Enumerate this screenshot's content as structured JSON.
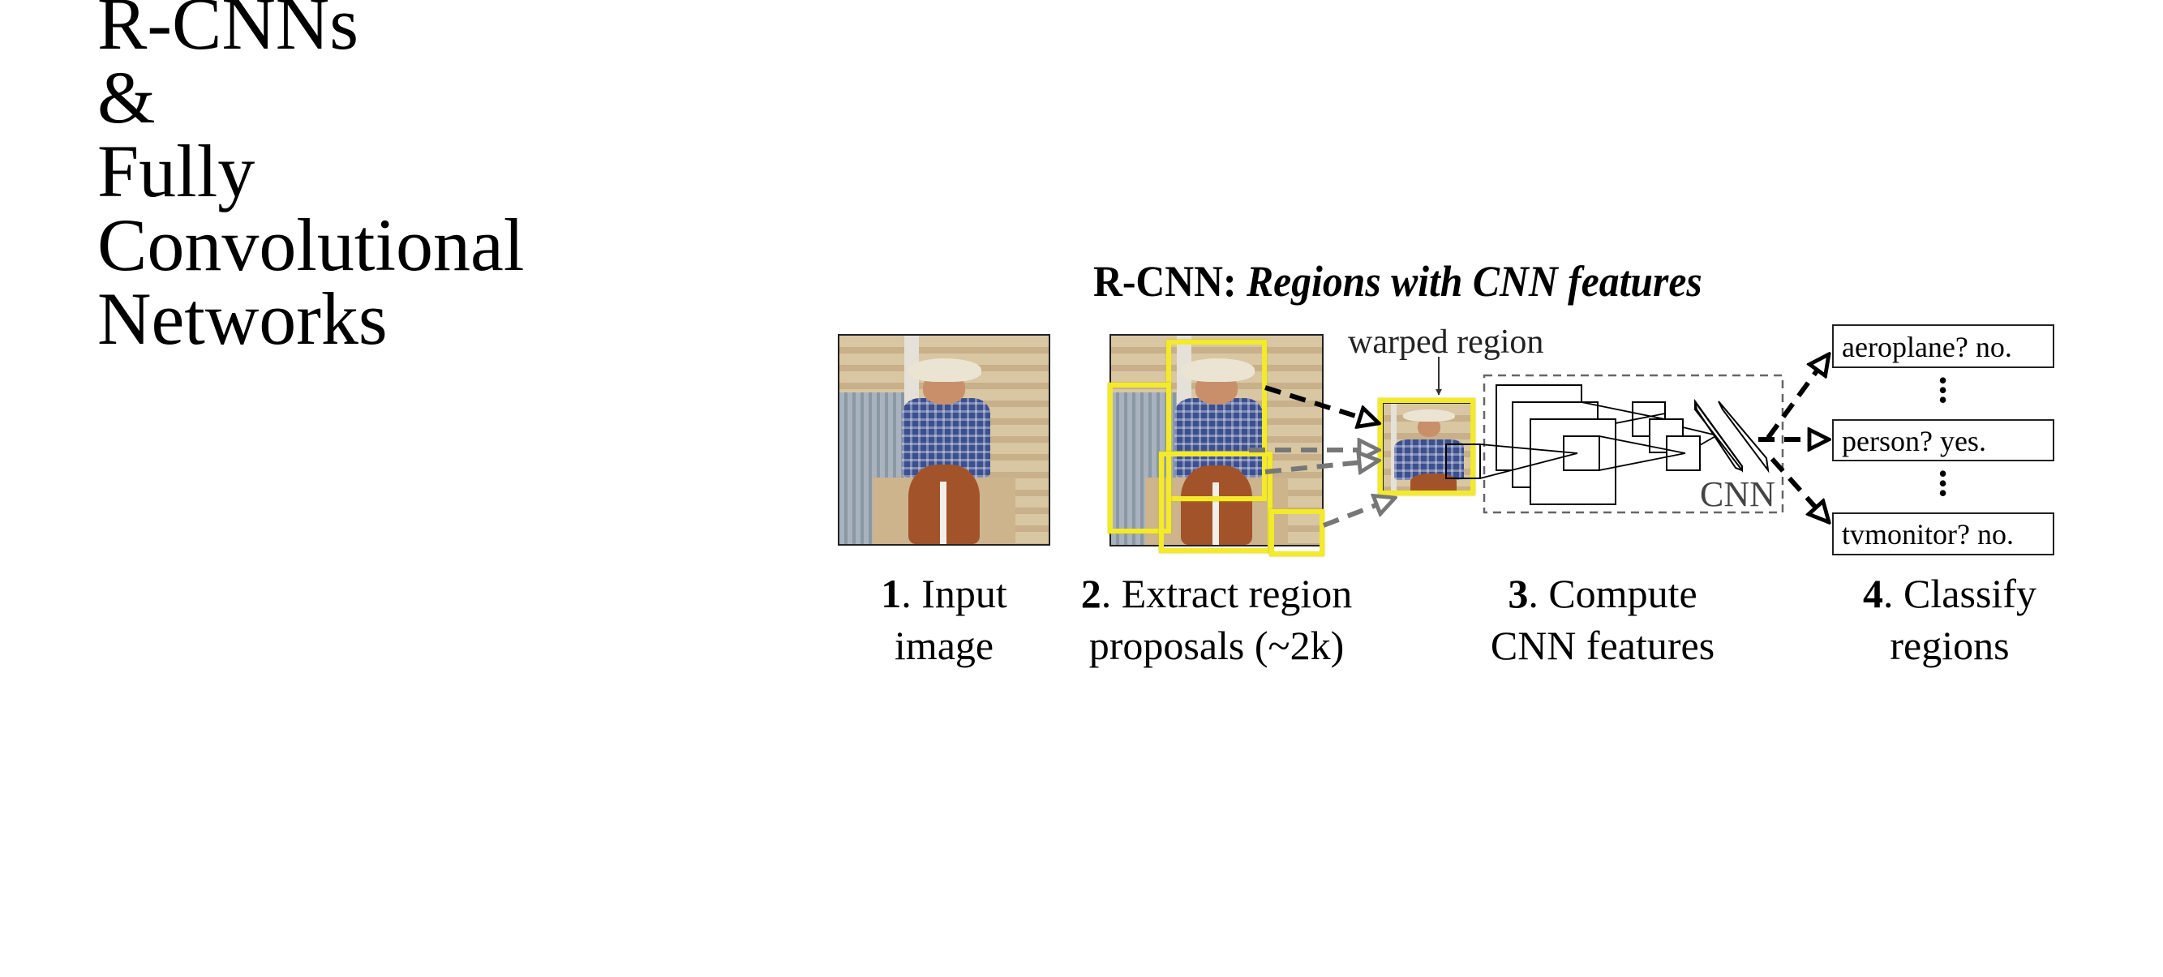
{
  "slide": {
    "title_lines": [
      "R-CNNs",
      "&",
      "Fully",
      "Convolutional",
      "Networks"
    ]
  },
  "figure": {
    "title_bold": "R-CNN:",
    "title_italic": "Regions with CNN features",
    "warped_label": "warped region",
    "cnn_label": "CNN",
    "highlight_color": "#f2ea2a",
    "classes": [
      {
        "label": "aeroplane? no."
      },
      {
        "label": "person? yes."
      },
      {
        "label": "tvmonitor? no."
      }
    ],
    "ellipsis": "⋮",
    "steps": [
      {
        "num": "1",
        "line1": ". Input",
        "line2": "image"
      },
      {
        "num": "2",
        "line1": ". Extract region",
        "line2": "proposals (~2k)"
      },
      {
        "num": "3",
        "line1": ". Compute",
        "line2": "CNN features"
      },
      {
        "num": "4",
        "line1": ". Classify",
        "line2": "regions"
      }
    ]
  }
}
